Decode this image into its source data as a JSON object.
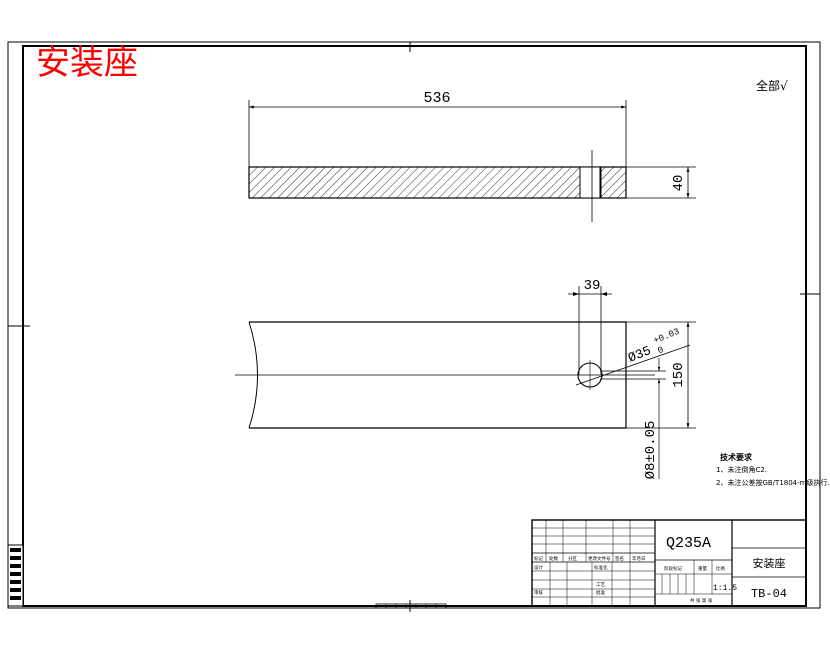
{
  "title_stamp": "安装座",
  "roughness_note": "全部√",
  "dimensions": {
    "length": "536",
    "thickness": "40",
    "hole_offset": "39",
    "hole_diameter": "Ø35",
    "hole_tol_upper": "+0.03",
    "hole_tol_lower": "0",
    "width": "150",
    "pin_diameter": "Ø8±0.05"
  },
  "technical_requirements": {
    "heading": "技术要求",
    "items": [
      "1、未注倒角C2.",
      "2、未注公差按GB/T1804-m级执行."
    ]
  },
  "title_block": {
    "material": "Q235A",
    "part_name": "安装座",
    "drawing_number": "TB-04",
    "scale": "1:1.5",
    "labels": {
      "mark": "标记",
      "count": "处数",
      "zone": "分区",
      "change_doc": "更改文件号",
      "signature": "签名",
      "date": "年月日",
      "designer": "设计",
      "standardization": "标准化",
      "process": "工艺",
      "approve": "批准",
      "review": "审核",
      "stage_mark": "阶段标记",
      "weight": "重量",
      "scale_label": "比例",
      "sheet_info": "共 张 第 张"
    }
  },
  "colors": {
    "line": "#000000",
    "stamp": "#ff0000"
  }
}
